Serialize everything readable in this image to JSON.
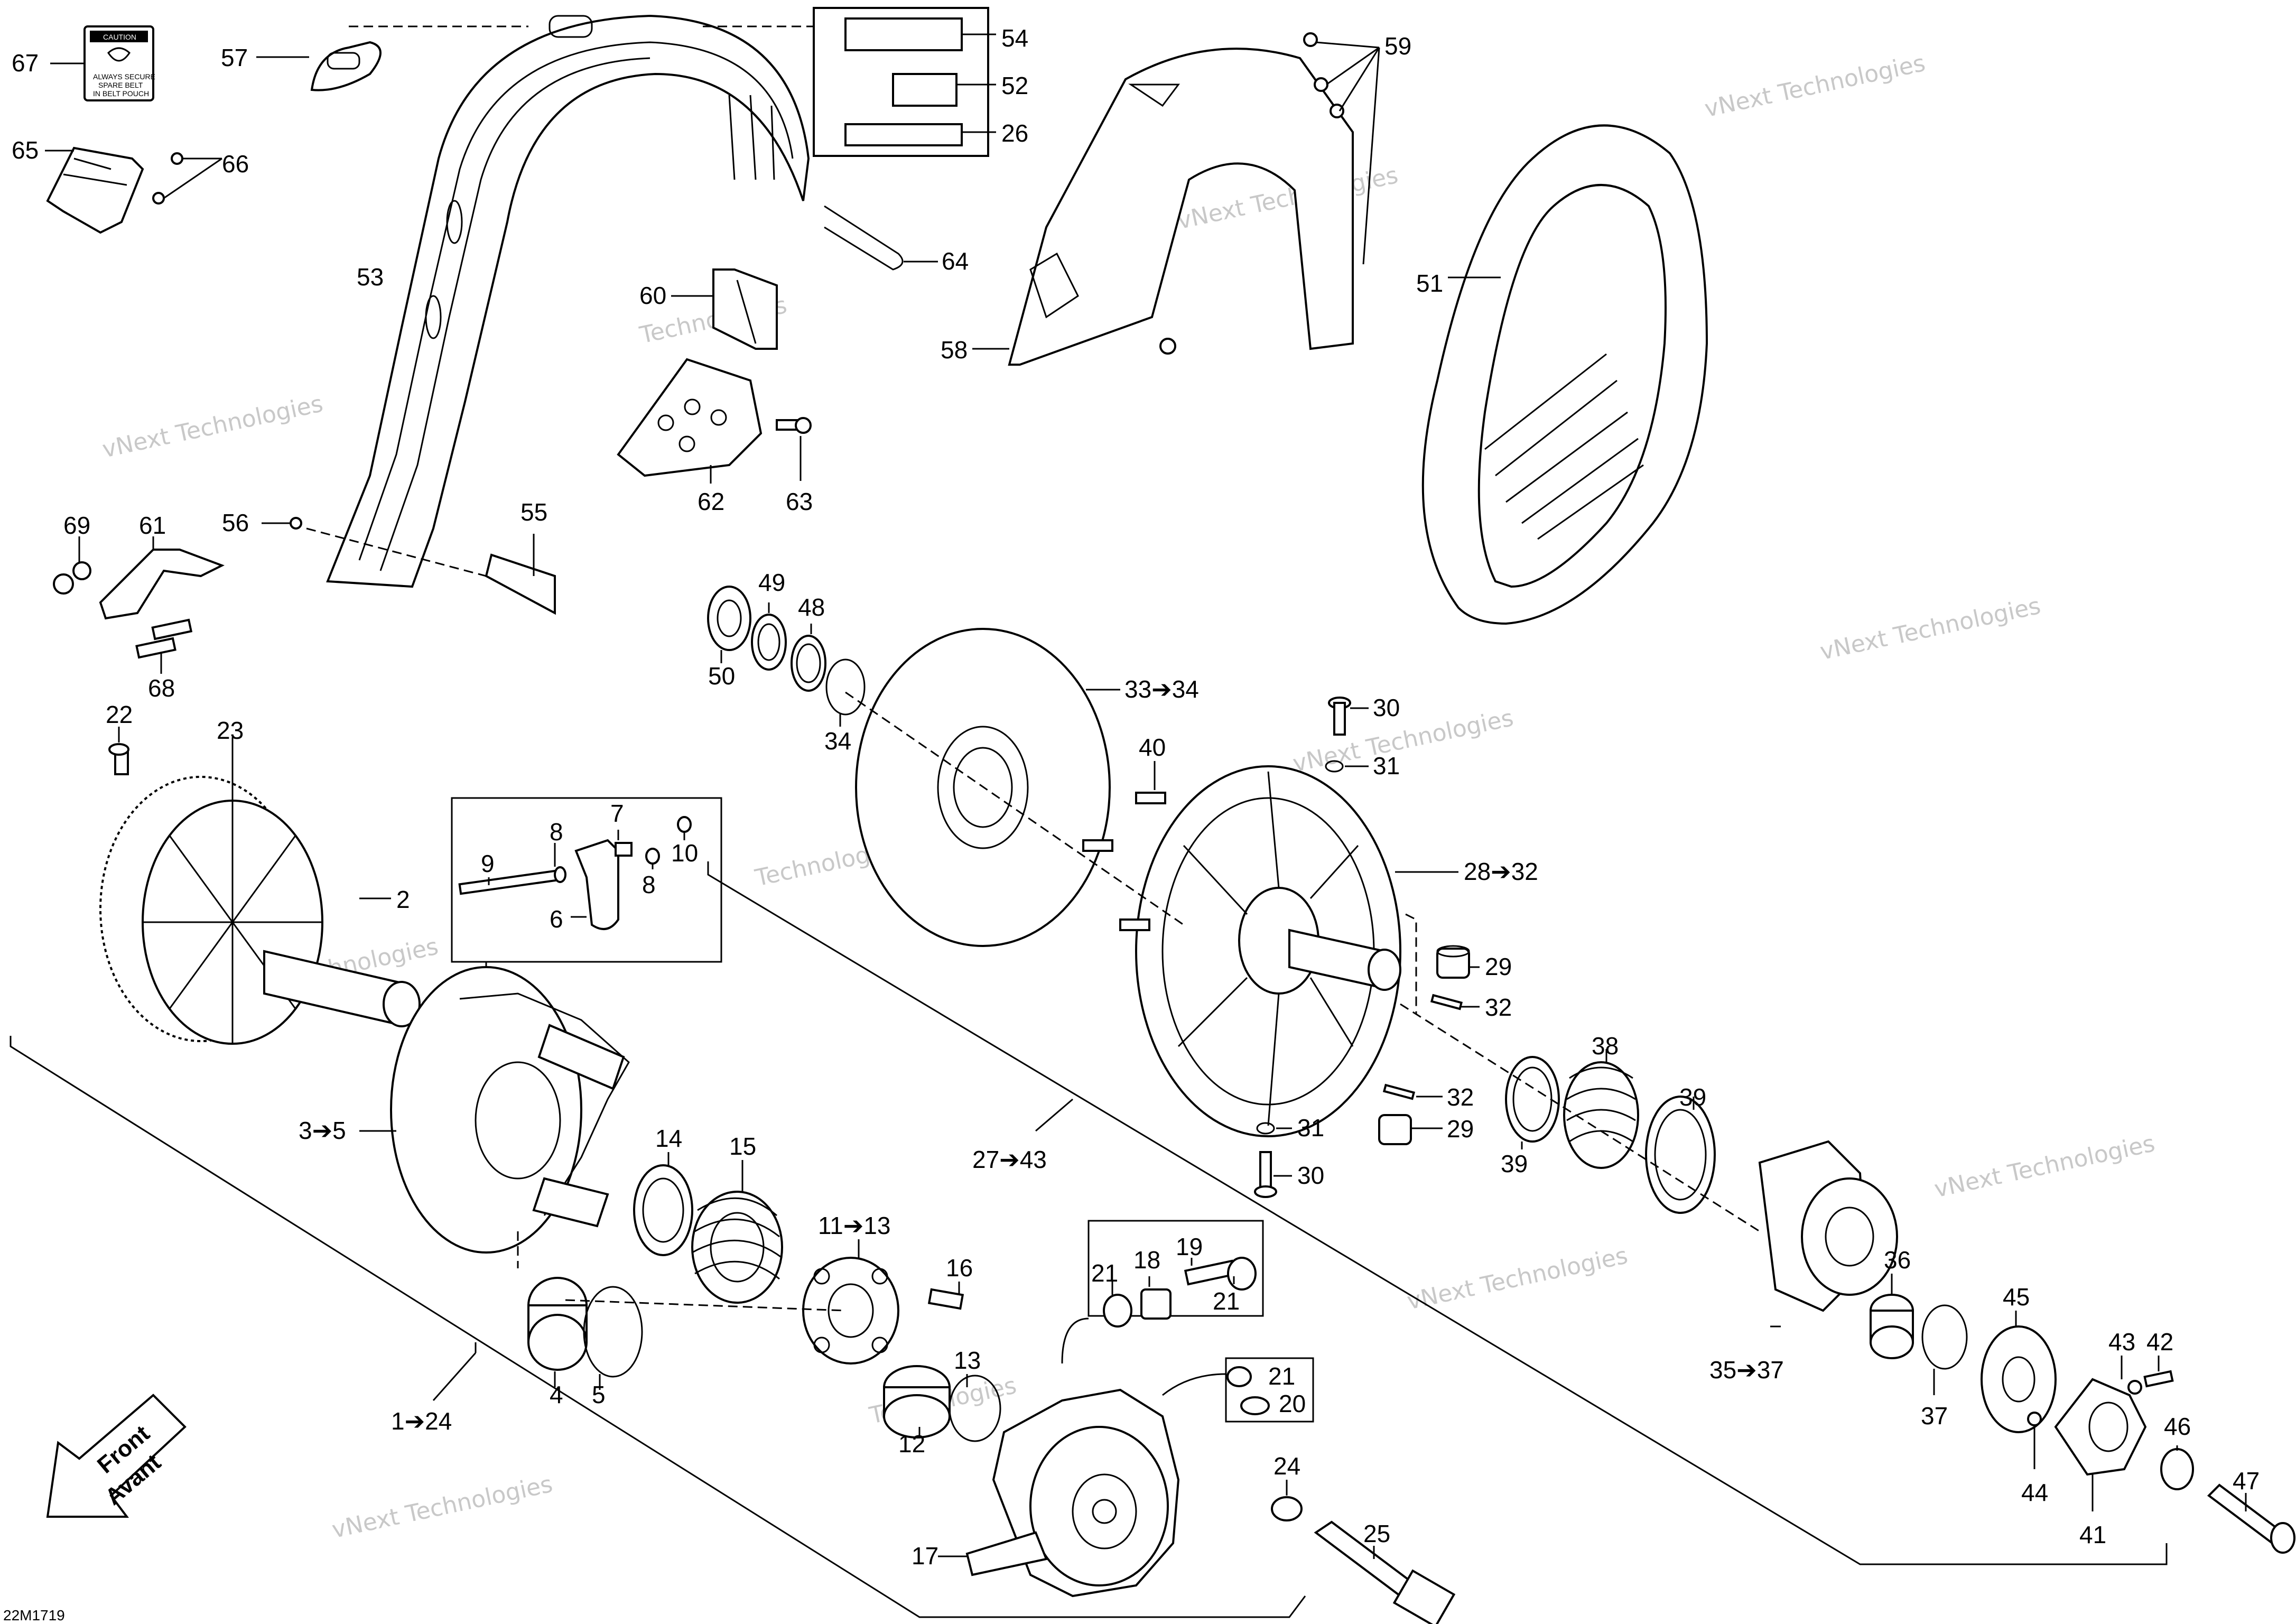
{
  "diagram_code": "22M1719",
  "watermark": [
    "vNext",
    "vNext Technologies",
    "Technologies"
  ],
  "front_arrow": {
    "line1": "Front",
    "line2": "Avant"
  },
  "caution_label": {
    "title": "CAUTION",
    "text1": "ALWAYS SECURE",
    "text2": "SPARE BELT",
    "text3": "IN BELT POUCH"
  },
  "callouts": [
    {
      "id": "c67",
      "text": "67"
    },
    {
      "id": "c57",
      "text": "57"
    },
    {
      "id": "c65",
      "text": "65"
    },
    {
      "id": "c66",
      "text": "66"
    },
    {
      "id": "c54",
      "text": "54"
    },
    {
      "id": "c52",
      "text": "52"
    },
    {
      "id": "c26",
      "text": "26"
    },
    {
      "id": "c53",
      "text": "53"
    },
    {
      "id": "c64",
      "text": "64"
    },
    {
      "id": "c60",
      "text": "60"
    },
    {
      "id": "c62",
      "text": "62"
    },
    {
      "id": "c63",
      "text": "63"
    },
    {
      "id": "c59",
      "text": "59"
    },
    {
      "id": "c58",
      "text": "58"
    },
    {
      "id": "c51",
      "text": "51"
    },
    {
      "id": "c69",
      "text": "69"
    },
    {
      "id": "c61",
      "text": "61"
    },
    {
      "id": "c56",
      "text": "56"
    },
    {
      "id": "c55",
      "text": "55"
    },
    {
      "id": "c68",
      "text": "68"
    },
    {
      "id": "c49",
      "text": "49"
    },
    {
      "id": "c48",
      "text": "48"
    },
    {
      "id": "c50",
      "text": "50"
    },
    {
      "id": "c34",
      "text": "34"
    },
    {
      "id": "c33_34",
      "text": "33➔34"
    },
    {
      "id": "c22",
      "text": "22"
    },
    {
      "id": "c23",
      "text": "23"
    },
    {
      "id": "c2",
      "text": "2"
    },
    {
      "id": "c7",
      "text": "7"
    },
    {
      "id": "c8a",
      "text": "8"
    },
    {
      "id": "c9",
      "text": "9"
    },
    {
      "id": "c8b",
      "text": "8"
    },
    {
      "id": "c10",
      "text": "10"
    },
    {
      "id": "c6",
      "text": "6"
    },
    {
      "id": "c30a",
      "text": "30"
    },
    {
      "id": "c31a",
      "text": "31"
    },
    {
      "id": "c40",
      "text": "40"
    },
    {
      "id": "c28_32",
      "text": "28➔32"
    },
    {
      "id": "c29a",
      "text": "29"
    },
    {
      "id": "c32a",
      "text": "32"
    },
    {
      "id": "c3_5",
      "text": "3➔5"
    },
    {
      "id": "c14",
      "text": "14"
    },
    {
      "id": "c15",
      "text": "15"
    },
    {
      "id": "c27_43",
      "text": "27➔43"
    },
    {
      "id": "c38",
      "text": "38"
    },
    {
      "id": "c39a",
      "text": "39"
    },
    {
      "id": "c39b",
      "text": "39"
    },
    {
      "id": "c32b",
      "text": "32"
    },
    {
      "id": "c31b",
      "text": "31"
    },
    {
      "id": "c29b",
      "text": "29"
    },
    {
      "id": "c30b",
      "text": "30"
    },
    {
      "id": "c11_13",
      "text": "11➔13"
    },
    {
      "id": "c16",
      "text": "16"
    },
    {
      "id": "c21a",
      "text": "21"
    },
    {
      "id": "c18",
      "text": "18"
    },
    {
      "id": "c19",
      "text": "19"
    },
    {
      "id": "c21b",
      "text": "21"
    },
    {
      "id": "c4",
      "text": "4"
    },
    {
      "id": "c5",
      "text": "5"
    },
    {
      "id": "c12",
      "text": "12"
    },
    {
      "id": "c13",
      "text": "13"
    },
    {
      "id": "c21c",
      "text": "21"
    },
    {
      "id": "c20",
      "text": "20"
    },
    {
      "id": "c1_24",
      "text": "1➔24"
    },
    {
      "id": "c24",
      "text": "24"
    },
    {
      "id": "c25",
      "text": "25"
    },
    {
      "id": "c17",
      "text": "17"
    },
    {
      "id": "c36",
      "text": "36"
    },
    {
      "id": "c45",
      "text": "45"
    },
    {
      "id": "c35_37",
      "text": "35➔37"
    },
    {
      "id": "c37",
      "text": "37"
    },
    {
      "id": "c43",
      "text": "43"
    },
    {
      "id": "c42",
      "text": "42"
    },
    {
      "id": "c46",
      "text": "46"
    },
    {
      "id": "c44",
      "text": "44"
    },
    {
      "id": "c41",
      "text": "41"
    },
    {
      "id": "c47",
      "text": "47"
    }
  ]
}
